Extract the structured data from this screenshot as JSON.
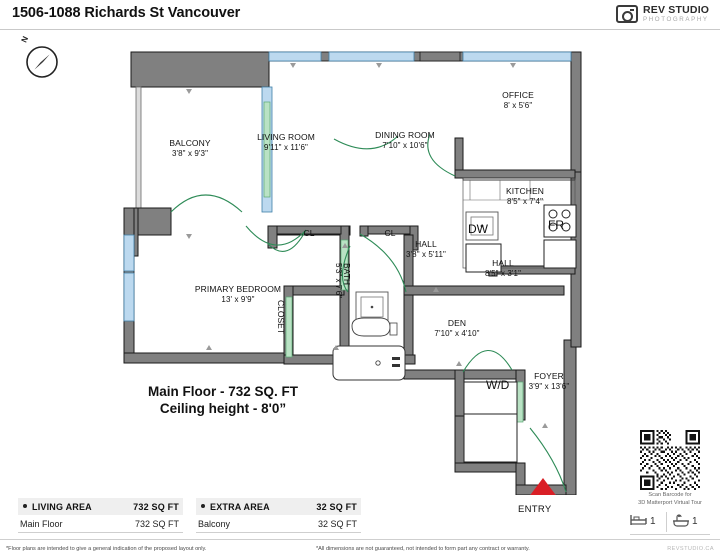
{
  "header": {
    "title": "1506-1088 Richards St Vancouver",
    "brand_name": "REV STUDIO",
    "brand_sub": "PHOTOGRAPHY",
    "camera_icon": "camera-icon"
  },
  "compass": {
    "label": "N",
    "icon": "compass-rose-icon"
  },
  "floorplan": {
    "summary_line1": "Main Floor - 732 SQ. FT",
    "summary_line2": "Ceiling height - 8'0”",
    "entry_label": "ENTRY",
    "rooms": [
      {
        "name": "BALCONY",
        "dim": "3'8\" x 9'3\""
      },
      {
        "name": "LIVING ROOM",
        "dim": "9'11\" x 11'6\""
      },
      {
        "name": "DINING ROOM",
        "dim": "7'10\" x 10'6\""
      },
      {
        "name": "OFFICE",
        "dim": "8' x 5'6\""
      },
      {
        "name": "KITCHEN",
        "dim": "8'5\" x 7'4\""
      },
      {
        "name": "HALL",
        "dim": "3'8\" x 5'11\""
      },
      {
        "name": "HALL",
        "dim": "8'5\" x 3'1\""
      },
      {
        "name": "PRIMARY BEDROOM",
        "dim": "13' x 9'9\""
      },
      {
        "name": "BATH",
        "dim": "5'3\" x 7'6\""
      },
      {
        "name": "DEN",
        "dim": "7'10\" x 4'10\""
      },
      {
        "name": "FOYER",
        "dim": "3'9\" x 13'6\""
      },
      {
        "name": "CL",
        "dim": ""
      },
      {
        "name": "CL",
        "dim": ""
      },
      {
        "name": "CLOSET",
        "dim": ""
      }
    ],
    "appliances": [
      {
        "label": "DW"
      },
      {
        "label": "FR"
      },
      {
        "label": "W/D"
      }
    ]
  },
  "legend": {
    "living": {
      "head_name": "LIVING AREA",
      "head_value": "732 SQ FT",
      "row_name": "Main Floor",
      "row_value": "732 SQ FT"
    },
    "extra": {
      "head_name": "EXTRA AREA",
      "head_value": "32 SQ FT",
      "row_name": "Balcony",
      "row_value": "32 SQ FT"
    }
  },
  "qr": {
    "caption_line1": "Scan Barcode for",
    "caption_line2": "3D Matterport Virtual Tour"
  },
  "fixtures": {
    "bed_count": "1",
    "bath_count": "1",
    "bed_icon": "bed-icon",
    "bath_icon": "bathtub-icon"
  },
  "footer": {
    "disclaimer_left": "*Floor plans are intended to give a general indication of the proposed layout only.",
    "disclaimer_right": "*All dimensions are not guaranteed, not intended to form part any contract or warranty.",
    "watermark": "REVSTUDIO.CA"
  },
  "colors": {
    "wall": "#808080",
    "window": "#bcd9ef",
    "door_swing": "#2e8b57",
    "sliding_door": "#b9e2c4",
    "entry_marker": "#d91f26",
    "legend_head_bg": "#efefef"
  }
}
